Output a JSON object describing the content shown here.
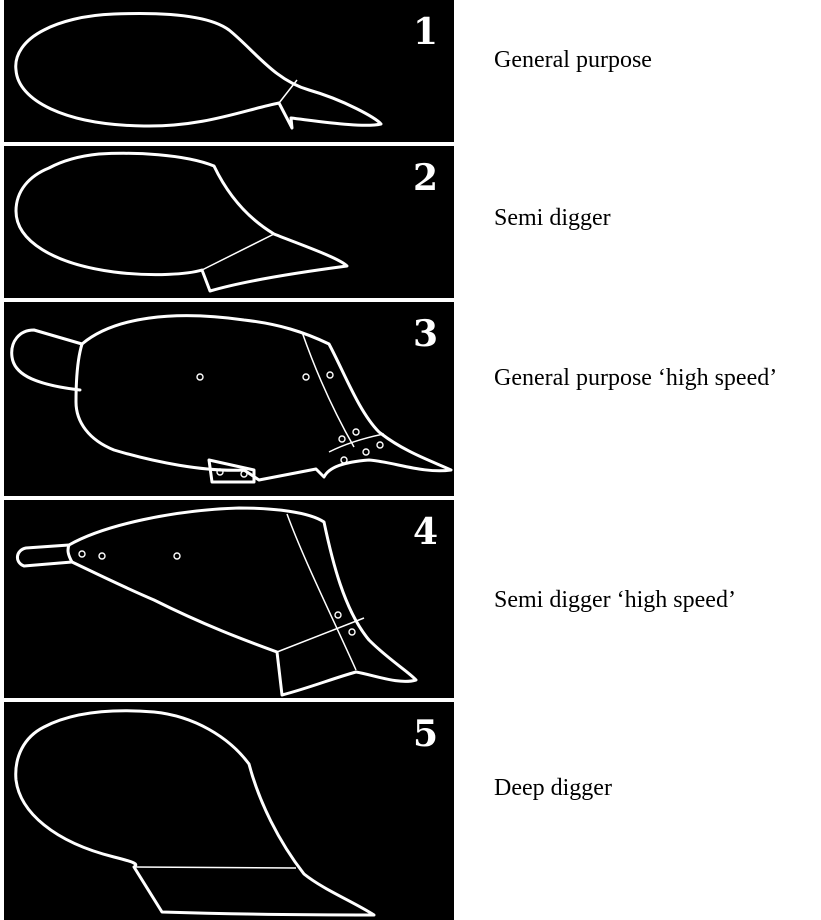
{
  "figure": {
    "background_color": "#000000",
    "line_color": "#ffffff",
    "items": [
      {
        "number": "1",
        "label": "General purpose"
      },
      {
        "number": "2",
        "label": "Semi digger"
      },
      {
        "number": "3",
        "label": "General purpose ‘high speed’"
      },
      {
        "number": "4",
        "label": "Semi digger ‘high speed’"
      },
      {
        "number": "5",
        "label": "Deep digger"
      }
    ]
  }
}
